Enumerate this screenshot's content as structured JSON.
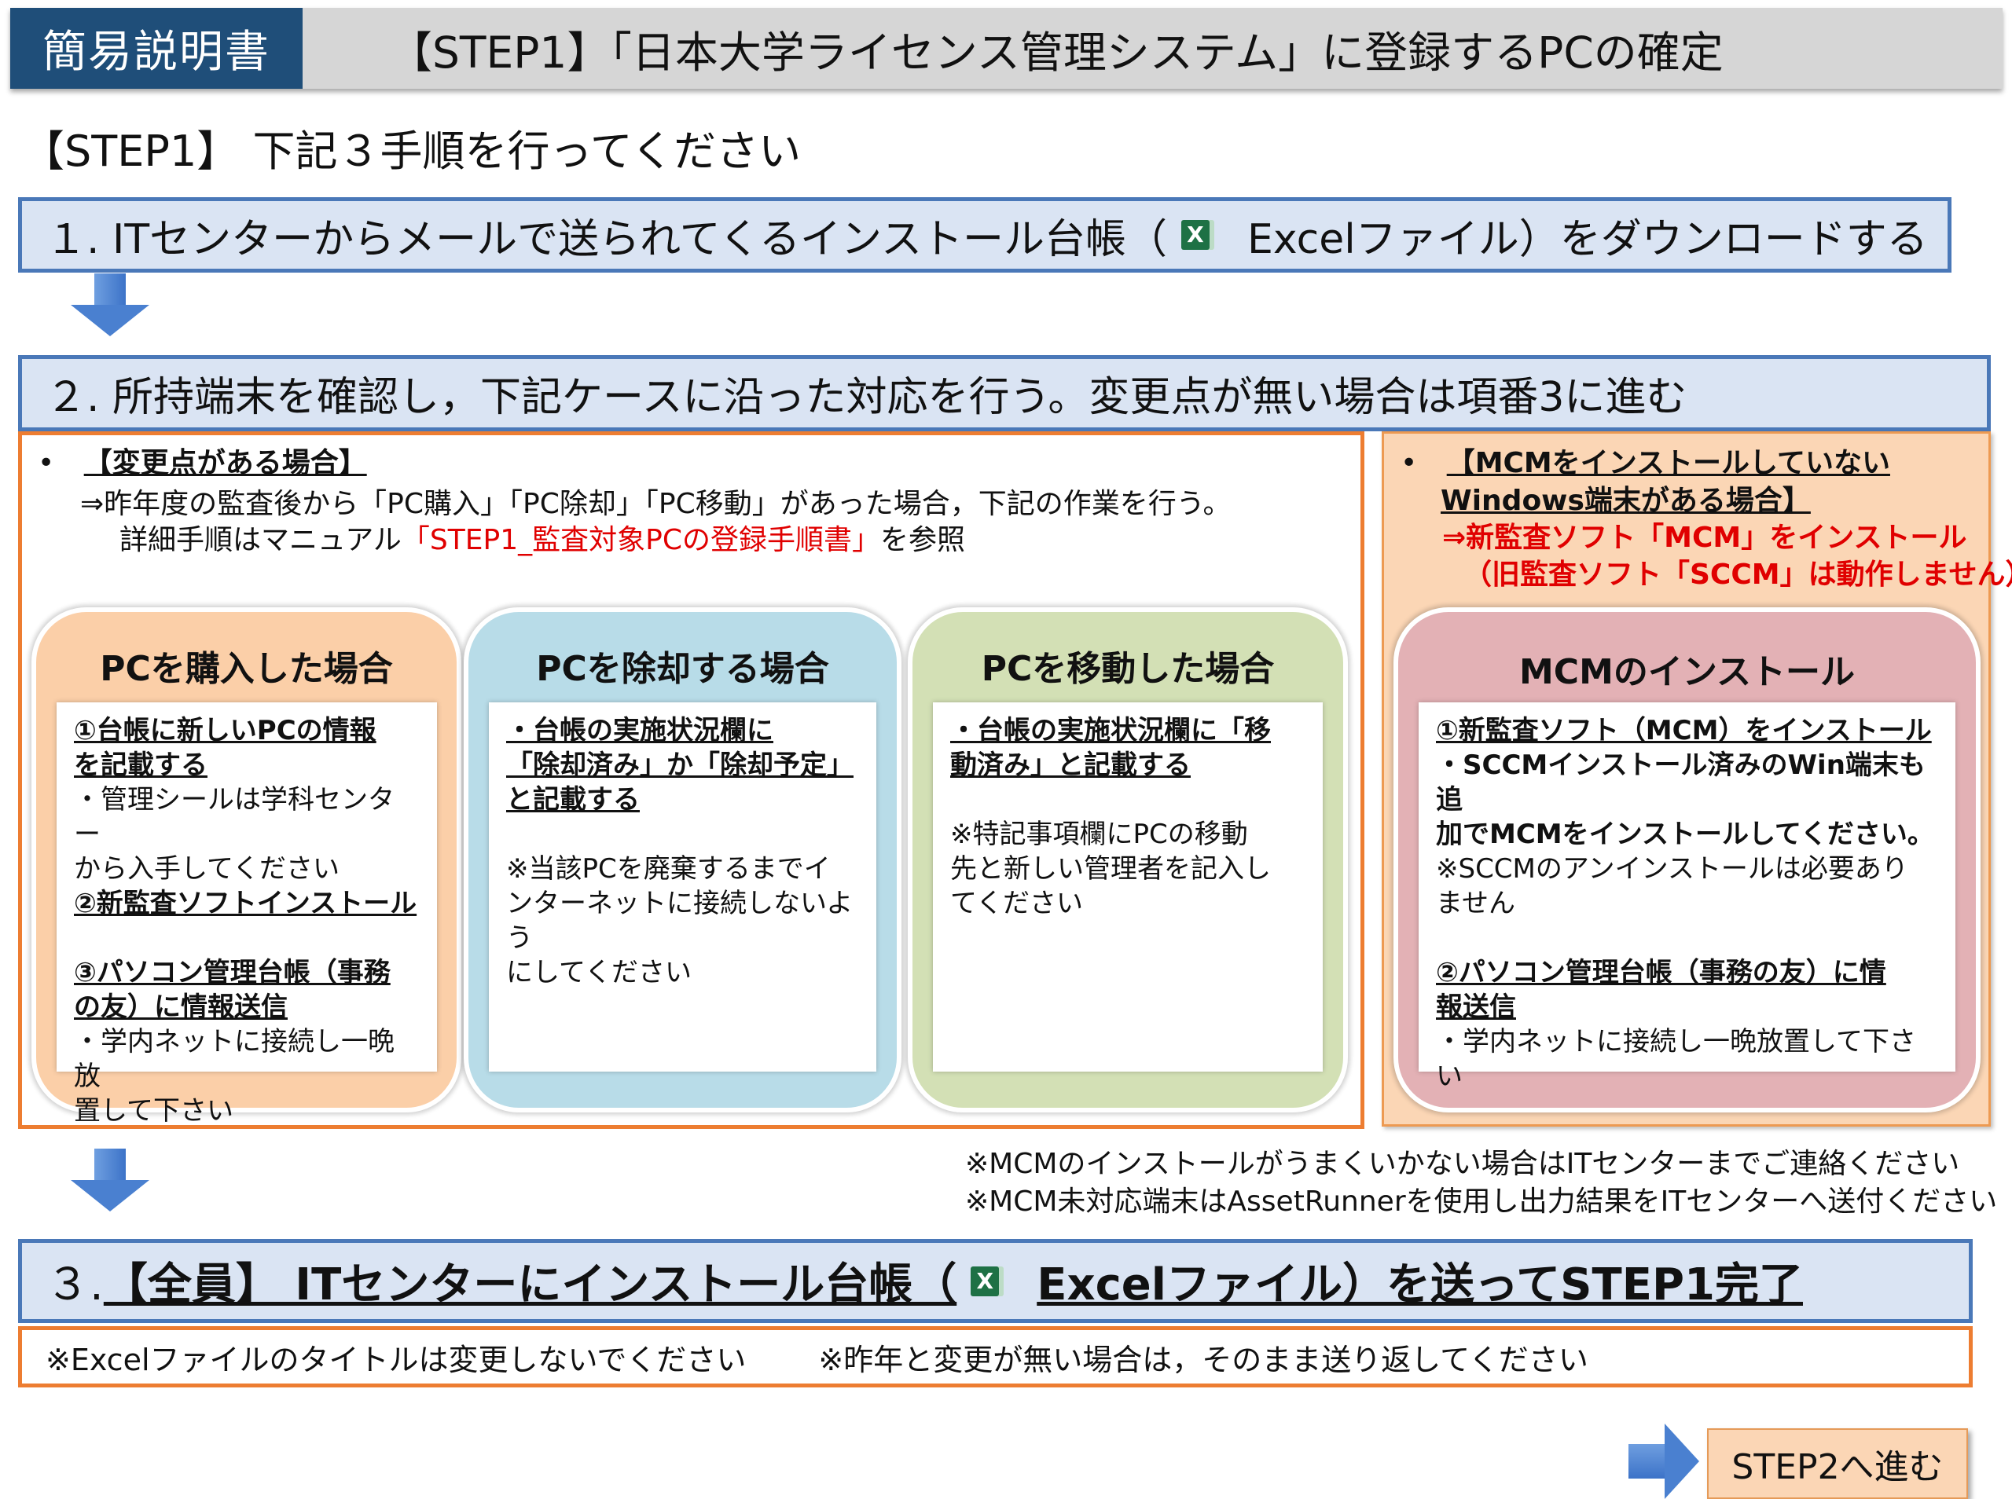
{
  "header": {
    "tag": "簡易説明書",
    "title": "【STEP1】「日本大学ライセンス管理システム」に登録するPCの確定"
  },
  "step1_heading": "【STEP1】 下記３手順を行ってください",
  "step_1": {
    "text_before": "１. ITセンターからメールで送られてくるインストール台帳（",
    "excel_icon": "excel-icon",
    "text_after": "Excelファイル）をダウンロードする"
  },
  "step_2": {
    "text": "２. 所持端末を確認し，下記ケースに沿った対応を行う。変更点が無い場合は項番3に進む"
  },
  "left_panel": {
    "bullet": "•",
    "heading": "【変更点がある場合】",
    "line1": "⇒昨年度の監査後から「PC購入」「PC除却」「PC移動」があった場合，下記の作業を行う。",
    "line2_prefix": "詳細手順はマニュアル",
    "line2_red": "「STEP1_監査対象PCの登録手順書」",
    "line2_suffix": "を参照"
  },
  "right_panel": {
    "bullet": "•",
    "heading1": "【MCMをインストールしていない",
    "heading2": "Windows端末がある場合】",
    "red1": "⇒新監査ソフト「MCM」をインストール",
    "red2": "（旧監査ソフト「SCCM」は動作しません）"
  },
  "cards": [
    {
      "title": "PCを購入した場合",
      "h1a": "①台帳に新しいPCの情報",
      "h1b": "を記載する",
      "t1": "・管理シールは学科センター",
      "t2": "から入手してください",
      "h2": "②新監査ソフトインストール",
      "h3a": "③パソコン管理台帳（事務",
      "h3b": "の友）に情報送信",
      "t3": "・学内ネットに接続し一晩放",
      "t4": "置して下さい"
    },
    {
      "title": "PCを除却する場合",
      "h1a": "・台帳の実施状況欄に",
      "h1b": "「除却済み」か「除却予定」",
      "h1c": "と記載する",
      "t1": "※当該PCを廃棄するまでイ",
      "t2": "ンターネットに接続しないよう",
      "t3": "にしてください"
    },
    {
      "title": "PCを移動した場合",
      "h1a": "・台帳の実施状況欄に「移",
      "h1b": "動済み」と記載する",
      "t1": "※特記事項欄にPCの移動",
      "t2": "先と新しい管理者を記入し",
      "t3": "てください"
    },
    {
      "title": "MCMのインストール",
      "h1": "①新監査ソフト（MCM）をインストール",
      "b1": "・SCCMインストール済みのWin端末も追",
      "b2": "加でMCMをインストールしてください。",
      "t1": "※SCCMのアンインストールは必要あり",
      "t2": "ません",
      "h2a": "②パソコン管理台帳（事務の友）に情",
      "h2b": "報送信",
      "t3": "・学内ネットに接続し一晩放置して下さ",
      "t4": "い"
    }
  ],
  "footnotes": {
    "line1": "※MCMのインストールがうまくいかない場合はITセンターまでご連絡ください",
    "line2": "※MCM未対応端末はAssetRunnerを使用し出力結果をITセンターへ送付ください"
  },
  "step_3": {
    "number": "３.",
    "text_before": "【全員】 ITセンターにインストール台帳（",
    "excel_icon": "excel-icon",
    "text_after": "Excelファイル）を送ってSTEP1完了"
  },
  "note_bar": {
    "note1": "※Excelファイルのタイトルは変更しないでください",
    "note2": "※昨年と変更が無い場合は，そのまま送り返してください"
  },
  "next_button": {
    "label": "STEP2へ進む"
  },
  "colors": {
    "header_tag_bg": "#1f4e79",
    "step_box_bg": "#dae4f3",
    "step_box_border": "#4a78b8",
    "frame_orange": "#ed7d31",
    "card_purchase": "#fbcfa8",
    "card_remove": "#b8dce8",
    "card_move": "#d3e0b5",
    "card_mcm": "#e3b1b5",
    "red_text": "#e00000"
  }
}
